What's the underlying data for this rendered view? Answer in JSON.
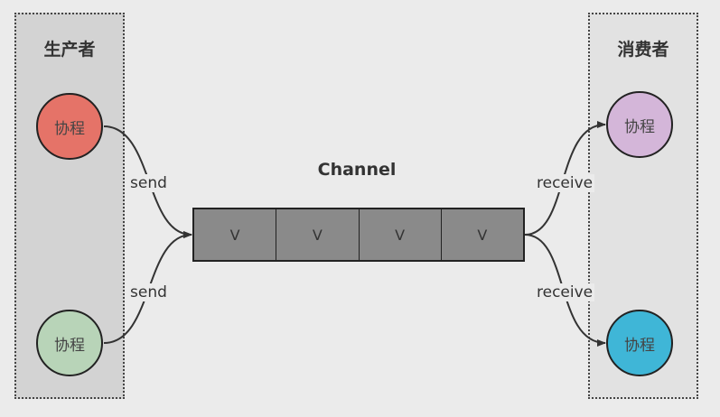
{
  "producer": {
    "title": "生产者",
    "nodes": [
      "协程",
      "协程"
    ]
  },
  "consumer": {
    "title": "消费者",
    "nodes": [
      "协程",
      "协程"
    ]
  },
  "channel": {
    "title": "Channel",
    "slots": [
      "V",
      "V",
      "V",
      "V"
    ]
  },
  "edges": {
    "send_top": "send",
    "send_bottom": "send",
    "receive_top": "receive",
    "receive_bottom": "receive"
  },
  "colors": {
    "producer_top": "#e57368",
    "producer_bottom": "#b8d4b8",
    "consumer_top": "#d4b6d9",
    "consumer_bottom": "#3fb6d7",
    "channel_fill": "#8a8a8a"
  }
}
